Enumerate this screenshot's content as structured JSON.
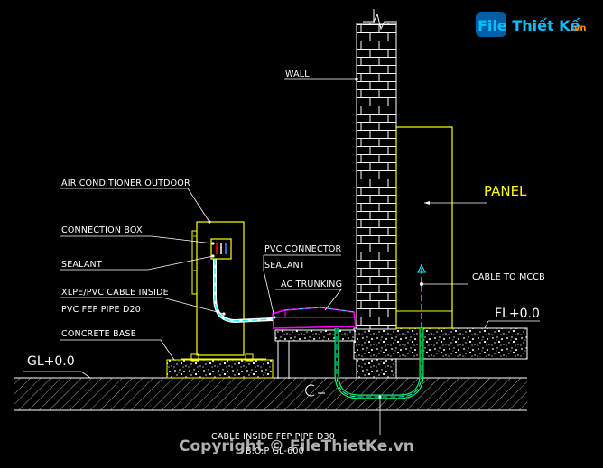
{
  "watermark": {
    "brand": "File Thiết Kế",
    "domain": ".vn",
    "copyright": "Copyright © FileThietKe.vn"
  },
  "labels": {
    "wall": "WALL",
    "air_conditioner": "AIR CONDITIONER OUTDOOR",
    "connection_box": "CONNECTION BOX",
    "sealant_left": "SEALANT",
    "cable_inside": "XLPE/PVC CABLE INSIDE",
    "pvc_pipe": "PVC FEP PIPE D20",
    "concrete_base": "CONCRETE BASE",
    "gl": "GL+0.0",
    "pvc_connector": "PVC CONNECTOR",
    "sealant_right": "SEALANT",
    "ac_trunking": "AC TRUNKING",
    "panel": "PANEL",
    "cable_to_mccb": "CABLE TO MCCB",
    "fl": "FL+0.0",
    "cable_fep_pipe": "CABLE INSIDE FEP PIPE D30",
    "bop": "B.O.P GL-600"
  },
  "colors": {
    "background": "#000000",
    "outline_yellow": "#ffff00",
    "cable_cyan": "#00ffff",
    "pipe_green": "#00ff66",
    "trunking_magenta": "#ff00ff",
    "line_white": "#ffffff",
    "brand_cyan": "#00c0ff",
    "brand_orange": "#ff8c00"
  }
}
